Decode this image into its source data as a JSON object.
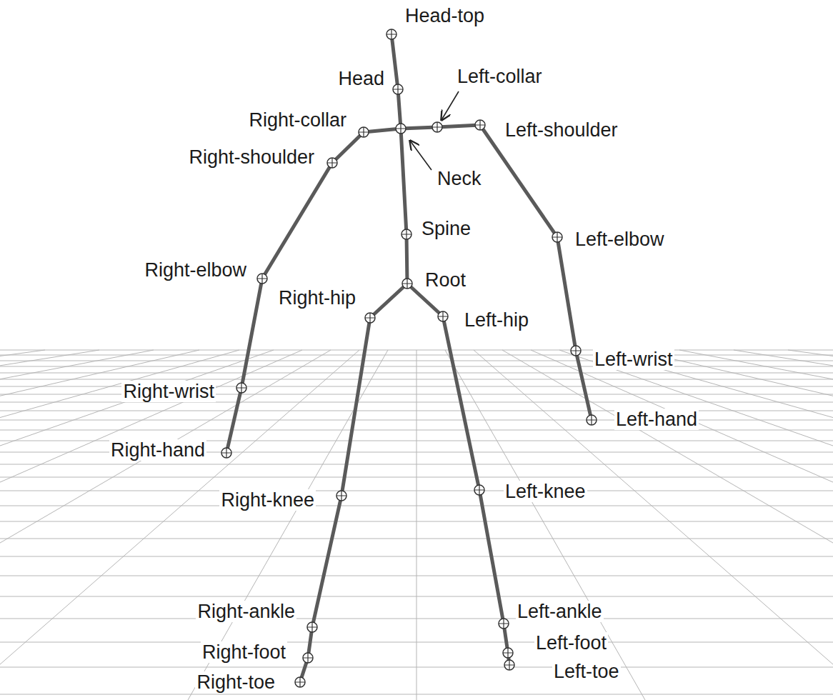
{
  "diagram": {
    "labels": [
      "Head-top",
      "Head",
      "Left-collar",
      "Right-collar",
      "Left-shoulder",
      "Right-shoulder",
      "Neck",
      "Spine",
      "Left-elbow",
      "Right-elbow",
      "Root",
      "Right-hip",
      "Left-hip",
      "Left-wrist",
      "Right-wrist",
      "Left-hand",
      "Right-hand",
      "Right-knee",
      "Left-knee",
      "Right-ankle",
      "Left-ankle",
      "Left-foot",
      "Right-foot",
      "Left-toe",
      "Right-toe"
    ]
  }
}
